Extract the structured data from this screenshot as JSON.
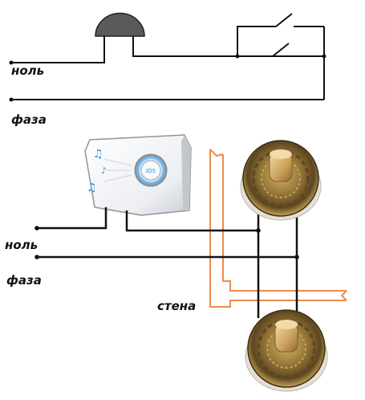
{
  "labels": {
    "neutral_top": "ноль",
    "phase_top": "фаза",
    "neutral_bottom": "ноль",
    "phase_bottom": "фаза",
    "wall": "стена"
  },
  "device": {
    "button_text": "IOS"
  },
  "colors": {
    "wire": "#111111",
    "wall": "#f08a4b",
    "bell": "#5a5a5a",
    "bronze_dark": "#4a3a1c",
    "bronze_mid": "#9b7b3c",
    "bronze_light": "#c9a458",
    "button_cap": "#d9b97a",
    "device_body": "#f2f3f5",
    "device_blue": "#3a8fd6"
  },
  "icons": [
    "bell-icon",
    "switch-icon",
    "doorbell-unit-icon",
    "push-button-icon",
    "music-note-icon"
  ]
}
